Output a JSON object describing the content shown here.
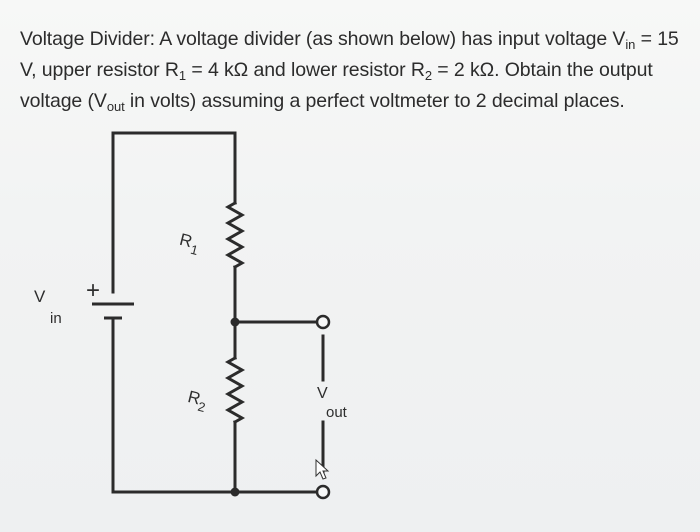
{
  "question": {
    "prefix": "Voltage Divider: A voltage divider (as shown below) has input voltage V",
    "vin_sub": "in",
    "part2": " = 15 V, upper resistor R",
    "r1_sub": "1",
    "part3": " = 4 kΩ and lower resistor R",
    "r2_sub": "2",
    "part4": " = 2 kΩ. Obtain the output voltage (V",
    "vout_sub": "out",
    "part5": " in volts) assuming a perfect voltmeter to 2 decimal places."
  },
  "diagram": {
    "vin_label": "V",
    "vin_sub": "in",
    "plus_sign": "+",
    "r1_label": "R",
    "r1_sub": "1",
    "r2_label": "R",
    "r2_sub": "2",
    "vout_label": "V",
    "vout_sub": "out"
  }
}
